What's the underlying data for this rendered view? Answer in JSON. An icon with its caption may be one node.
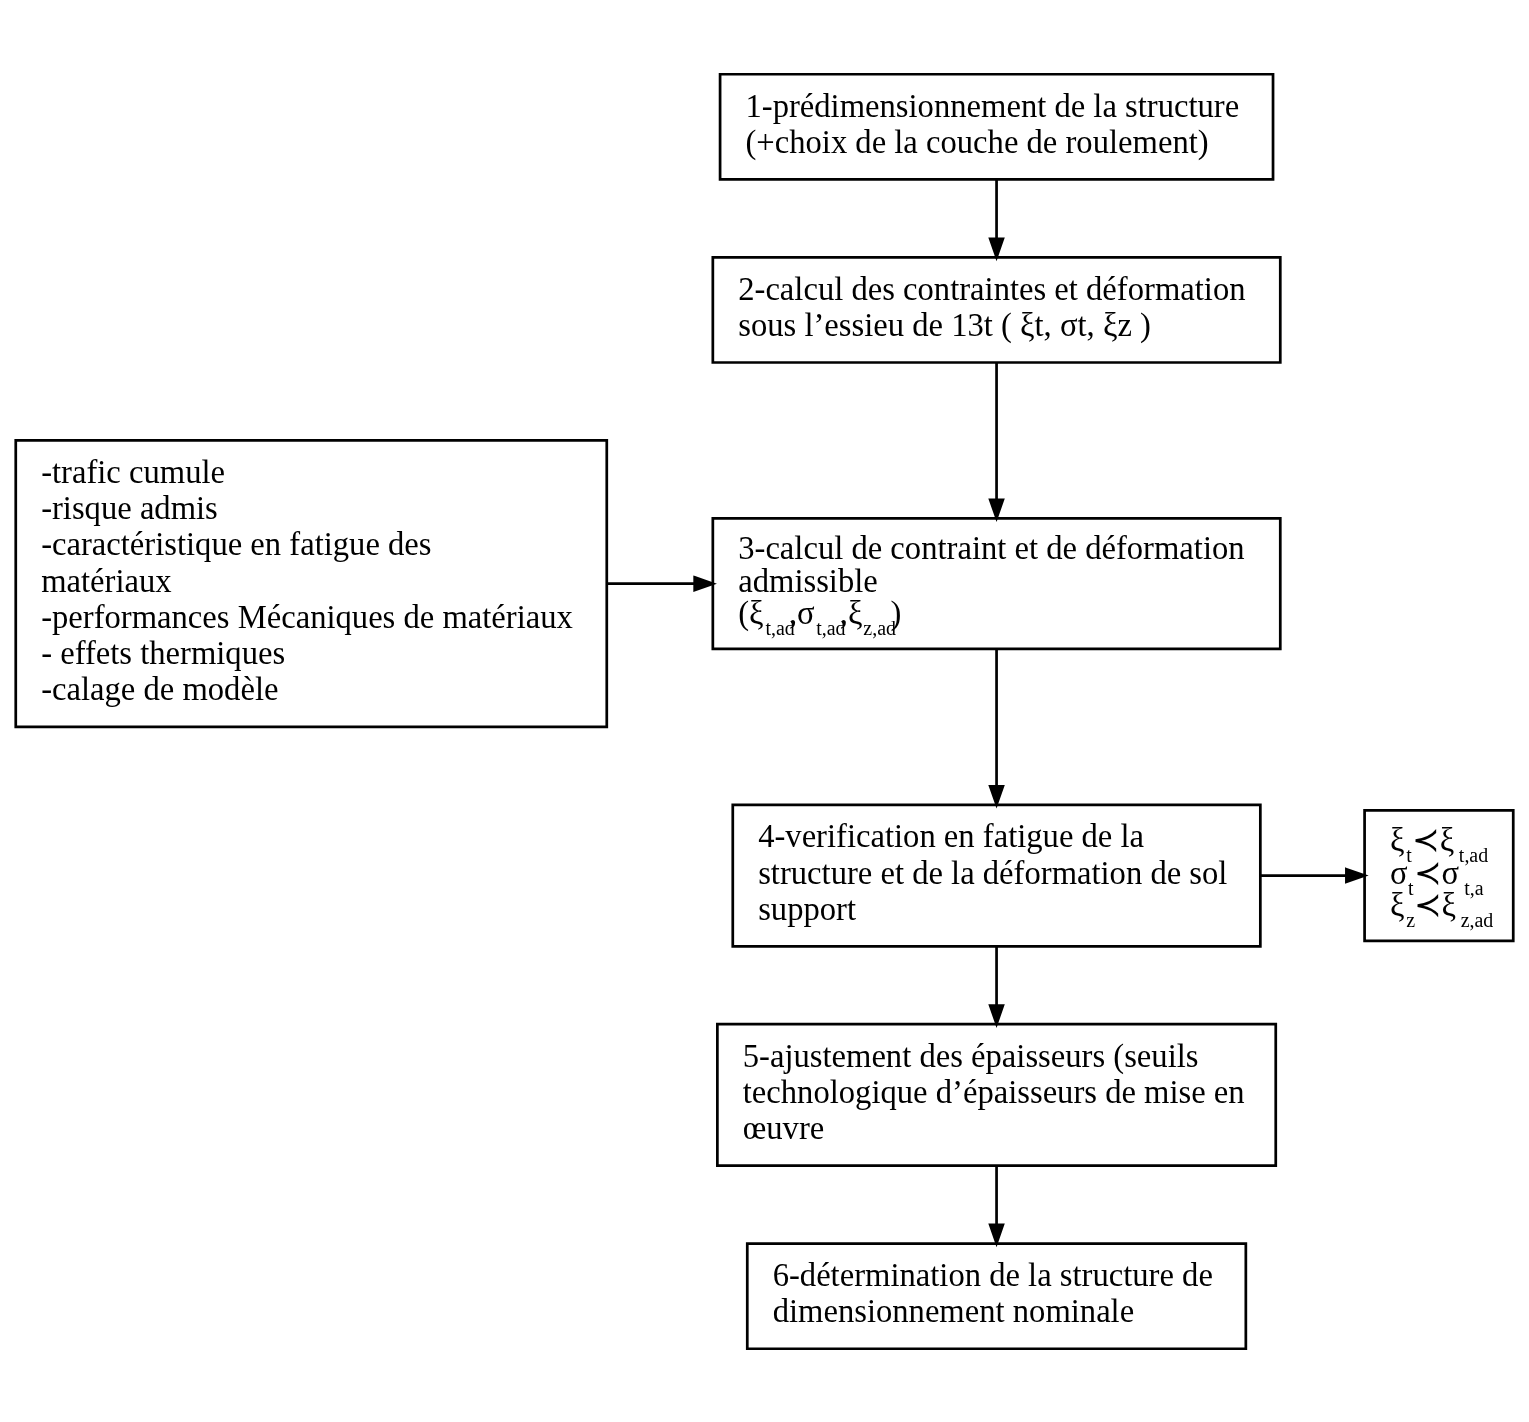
{
  "diagram": {
    "nodes": [
      {
        "text": [
          "1-prédimensionnement de la structure (+choix de la couche de roulement)"
        ]
      },
      {
        "text": [
          "2-calcul des contraintes et déformation sous l’essieu de 13t ( ξt, σt, ξz )"
        ]
      },
      {
        "text": [
          "-trafic cumule",
          "-risque admis",
          "-caractéristique en fatigue des matériaux",
          "-performances Mécaniques de matériaux",
          "- effets thermiques",
          "-calage de modèle"
        ]
      },
      {
        "text": [
          "3-calcul de contraint et de déformation admissible (ξ$_{t,ad}$,σ$_{t,ad}$,ξ$_{z,ad}$)"
        ]
      },
      {
        "text": [
          "4-verification en fatigue de la structure et de la déformation de sol support"
        ]
      },
      {
        "text": [
          "ξ$_{t}$≺ξ$_{t,ad}$",
          "σ$_{t}$≺σ$_{t,a}$",
          "ξ$_{z}$≺ξ$_{z,ad}$"
        ]
      },
      {
        "text": [
          "5-ajustement des épaisseurs (seuils technologique d’épaisseurs de mise en œuvre"
        ]
      },
      {
        "text": [
          "6-détermination de la structure de dimensionnement nominale"
        ]
      }
    ],
    "edges": [
      {
        "from": 0,
        "to": 1,
        "arrow": "to"
      },
      {
        "from": 1,
        "to": 3,
        "arrow": "to"
      },
      {
        "from": 2,
        "to": 3,
        "arrow": "to"
      },
      {
        "from": 3,
        "to": 4,
        "arrow": "to"
      },
      {
        "from": 4,
        "to": 5,
        "arrow": "to"
      },
      {
        "from": 4,
        "to": 6,
        "arrow": "to"
      },
      {
        "from": 6,
        "to": 7,
        "arrow": "to"
      }
    ]
  }
}
